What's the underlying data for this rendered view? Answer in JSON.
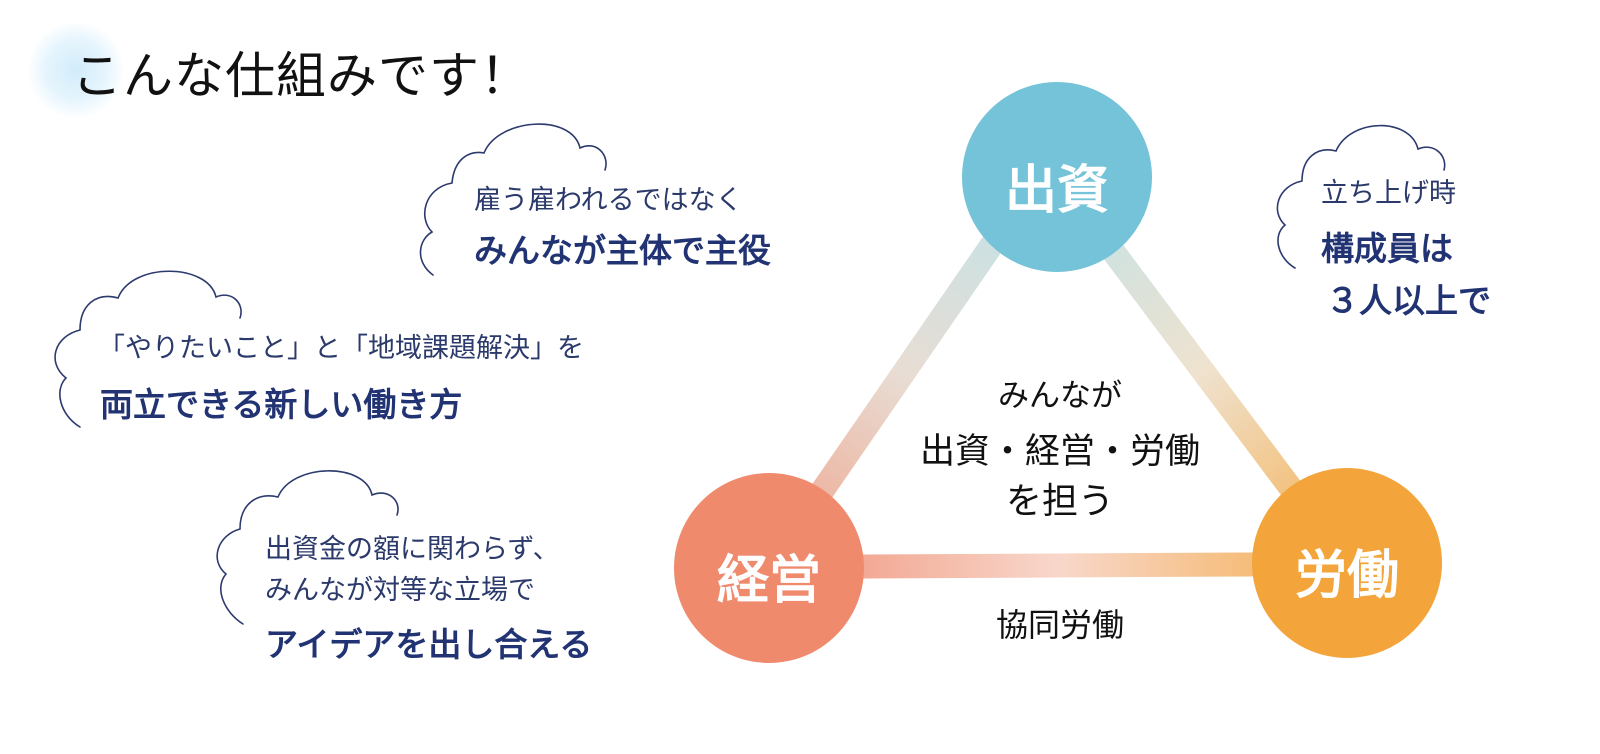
{
  "title": "こんな仕組みです！",
  "nodes": {
    "top": "出資",
    "left": "経営",
    "right": "労働"
  },
  "center": {
    "line1": "みんなが",
    "line2": "出資・経営・労働",
    "line3": "を担う"
  },
  "bottom_label": "協同労働",
  "clouds": {
    "c1": {
      "light": "雇う雇われるではなく",
      "bold": "みんなが主体で主役"
    },
    "c2": {
      "light": "「やりたいこと」と「地域課題解決」を",
      "bold": "両立できる新しい働き方"
    },
    "c3": {
      "light1": "出資金の額に関わらず、",
      "light2": "みんなが対等な立場で",
      "bold": "アイデアを出し合える"
    },
    "c4": {
      "light": "立ち上げ時",
      "bold1": "構成員は",
      "bold2": "３人以上で"
    }
  },
  "colors": {
    "invest": "#74c3d9",
    "manage": "#ef8a6d",
    "labor": "#f3a43a",
    "text_navy": "#213372",
    "cloud_stroke": "#2c3a6e"
  }
}
